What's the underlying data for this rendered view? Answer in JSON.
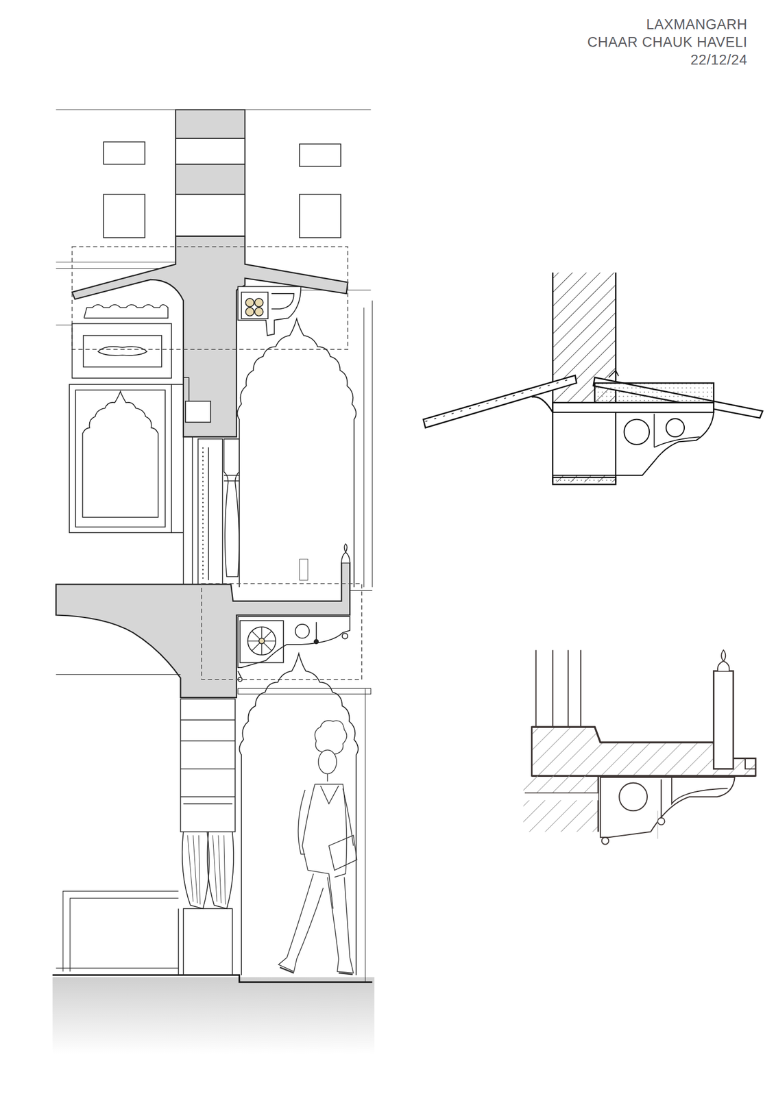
{
  "diagram": {
    "labels": [
      "LAXMANGARH",
      "CHAAR CHAUK HAVELI",
      "22/12/24"
    ]
  }
}
